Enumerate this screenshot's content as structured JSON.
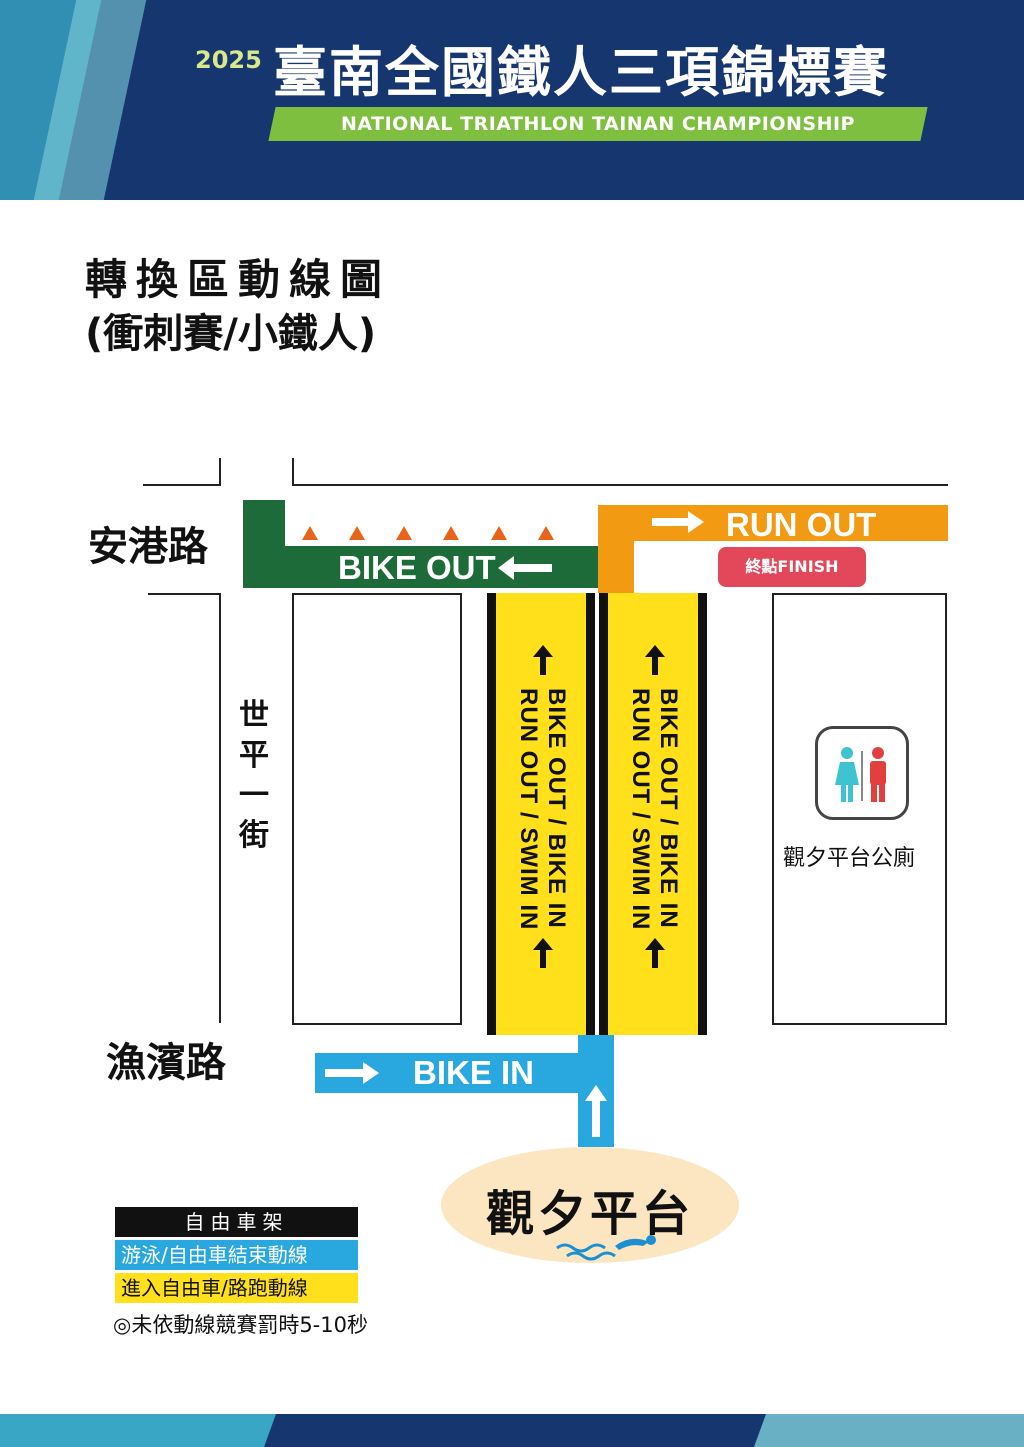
{
  "header": {
    "year": "2025",
    "title": "臺南全國鐵人三項錦標賽",
    "subtitle": "NATIONAL TRIATHLON TAINAN CHAMPIONSHIP"
  },
  "page": {
    "title": "轉換區動線圖",
    "subtitle": "(衝刺賽/小鐵人)"
  },
  "map": {
    "streets": {
      "north": "安港路",
      "south": "漁濱路",
      "west_vertical": "世平一街"
    },
    "routes": {
      "bike_out": "BIKE OUT",
      "run_out": "RUN OUT",
      "bike_in": "BIKE IN",
      "finish": "終點FINISH"
    },
    "lanes": {
      "lane_text": "BIKE OUT / BIKE IN\nRUN OUT / SWIM IN"
    },
    "restroom_label": "觀夕平台公廁",
    "landmark": "觀夕平台",
    "colors": {
      "bike_out": "#1e6b3a",
      "run_out": "#f39a13",
      "bike_in": "#29a8e0",
      "lanes": "#ffe01b",
      "finish": "#e2475a",
      "cones": "#e8641b"
    },
    "icons": [
      "arrow-left-icon",
      "arrow-right-icon",
      "arrow-up-icon",
      "restroom-icon",
      "swimmer-icon",
      "traffic-cone-icon"
    ]
  },
  "legend": {
    "items": [
      {
        "label": "自由車架",
        "color": "#111111"
      },
      {
        "label": "游泳/自由車結束動線",
        "color": "#29a8e0"
      },
      {
        "label": "進入自由車/路跑動線",
        "color": "#ffe01b"
      }
    ],
    "note": "◎未依動線競賽罰時5-10秒"
  }
}
